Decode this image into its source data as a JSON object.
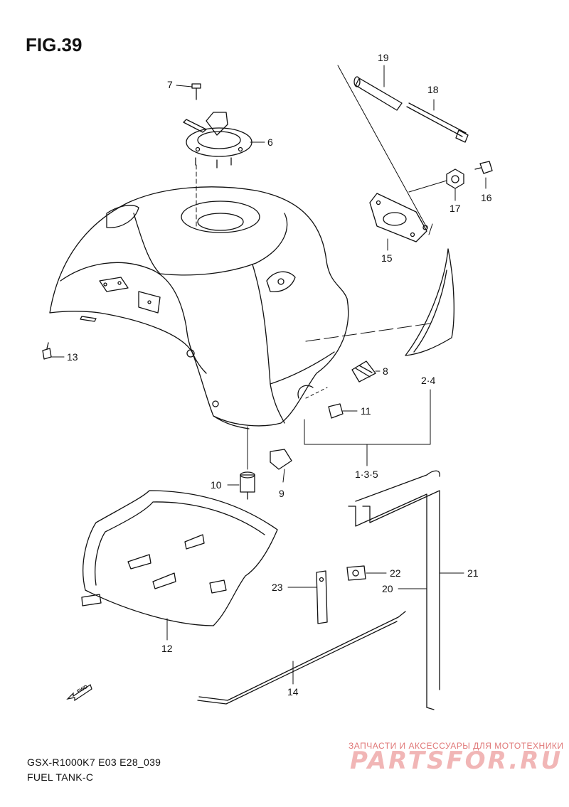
{
  "figure": {
    "title": "FIG.39",
    "footer_code": "GSX-R1000K7 E03 E28_039",
    "footer_name": "FUEL TANK-C",
    "direction_badge": "FWD"
  },
  "watermark": {
    "line1": "ЗАПЧАСТИ И АКСЕССУАРЫ ДЛЯ МОТОТЕХНИКИ",
    "logo": "PARTSFOR.RU"
  },
  "callouts": {
    "c1": "1·3·5",
    "c2": "2·4",
    "c6": "6",
    "c7": "7",
    "c8": "8",
    "c9": "9",
    "c10": "10",
    "c11": "11",
    "c12": "12",
    "c13": "13",
    "c14": "14",
    "c15": "15",
    "c16": "16",
    "c17": "17",
    "c18": "18",
    "c19": "19",
    "c20": "20",
    "c21": "21",
    "c22": "22",
    "c23": "23"
  },
  "colors": {
    "line": "#111111",
    "watermark": "#e07878",
    "background": "#ffffff"
  }
}
